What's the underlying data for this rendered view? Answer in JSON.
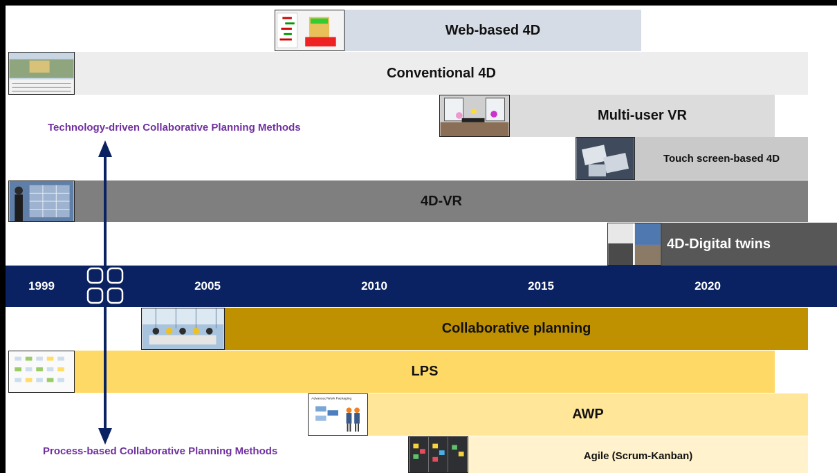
{
  "technology_methods": {
    "label": "Technology-driven Collaborative Planning Methods",
    "bars": [
      {
        "label": "Web-based 4D",
        "color": "#d6dce5"
      },
      {
        "label": "Conventional 4D",
        "color": "#ededed"
      },
      {
        "label": "Multi-user VR",
        "color": "#dcdcdc"
      },
      {
        "label": "Touch screen-based 4D",
        "color": "#c9c9c9"
      },
      {
        "label": "4D-VR",
        "color": "#7f7f7f"
      },
      {
        "label": "4D-Digital twins",
        "color": "#575757"
      }
    ]
  },
  "timeline": {
    "color": "#0b2262",
    "years": [
      "1999",
      "2005",
      "2010",
      "2015",
      "2020"
    ]
  },
  "process_methods": {
    "label": "Process-based Collaborative Planning Methods",
    "bars": [
      {
        "label": "Collaborative planning",
        "color": "#bf9000"
      },
      {
        "label": "LPS",
        "color": "#ffd966"
      },
      {
        "label": "AWP",
        "color": "#ffe699"
      },
      {
        "label": "Agile (Scrum-Kanban)",
        "color": "#fff2cc"
      }
    ]
  },
  "thumbnails": {
    "awp_caption": "Advanced Work Packaging"
  }
}
